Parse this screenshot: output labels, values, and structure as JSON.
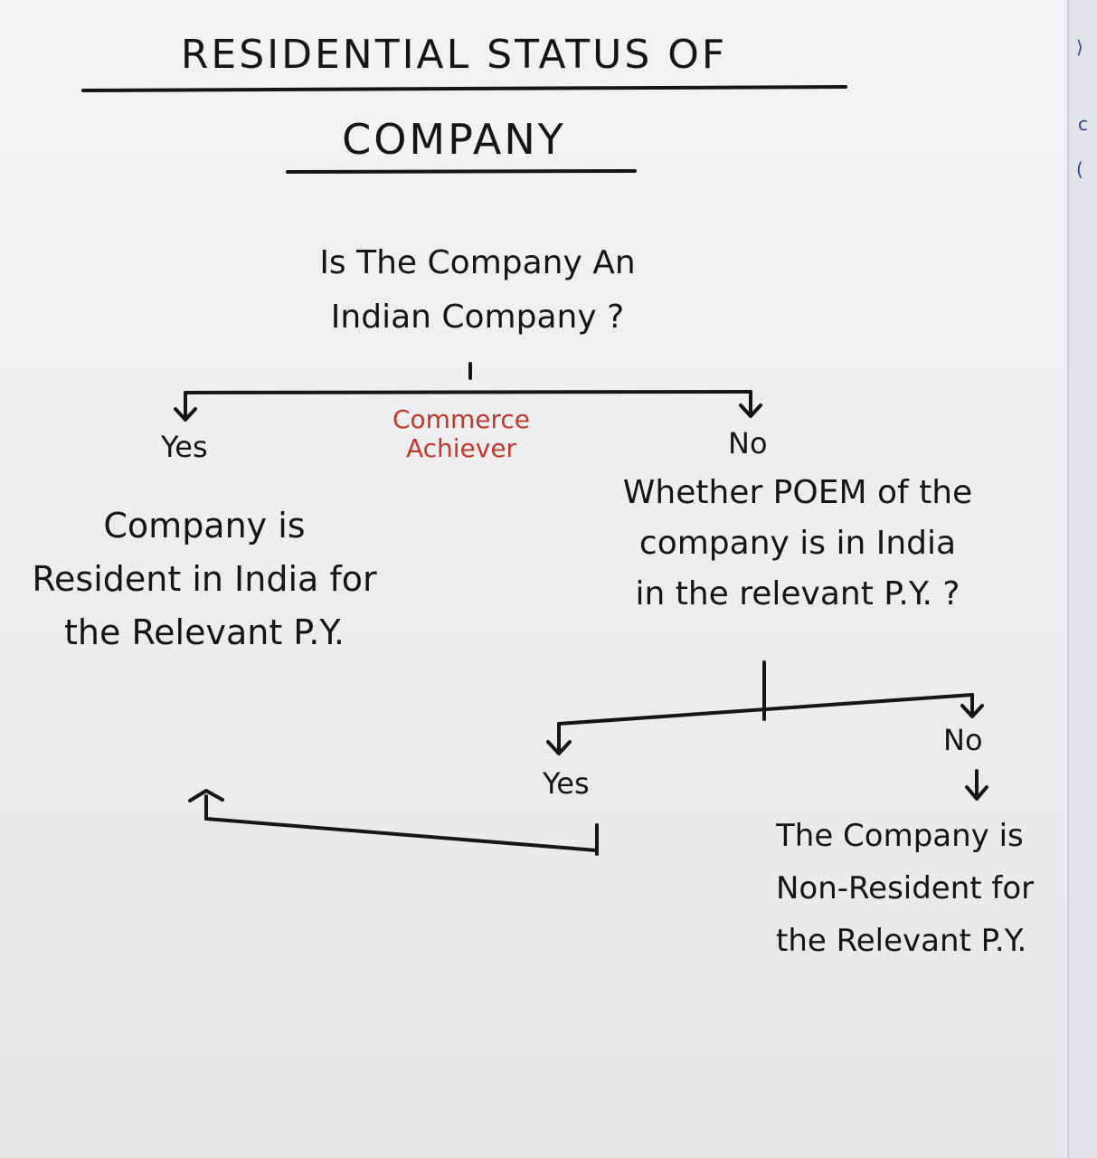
{
  "title": {
    "line1": "RESIDENTIAL STATUS OF",
    "line2": "COMPANY"
  },
  "question1": {
    "line1": "Is The Company An",
    "line2": "Indian Company ?"
  },
  "watermark": {
    "line1": "Commerce",
    "line2": "Achiever"
  },
  "branch1": {
    "yes_label": "Yes",
    "no_label": "No"
  },
  "resident_result": "Company is Resident in India for the Relevant P.Y.",
  "question2": {
    "line1": "Whether POEM of the",
    "line2": "company is in India",
    "line3": "in the relevant P.Y. ?"
  },
  "branch2": {
    "yes_label": "Yes",
    "no_label": "No"
  },
  "non_resident_result": "The Company is Non-Resident for the Relevant P.Y.",
  "colors": {
    "ink": "#151515",
    "watermark": "#c0392b",
    "paper": "#eeeef0"
  }
}
